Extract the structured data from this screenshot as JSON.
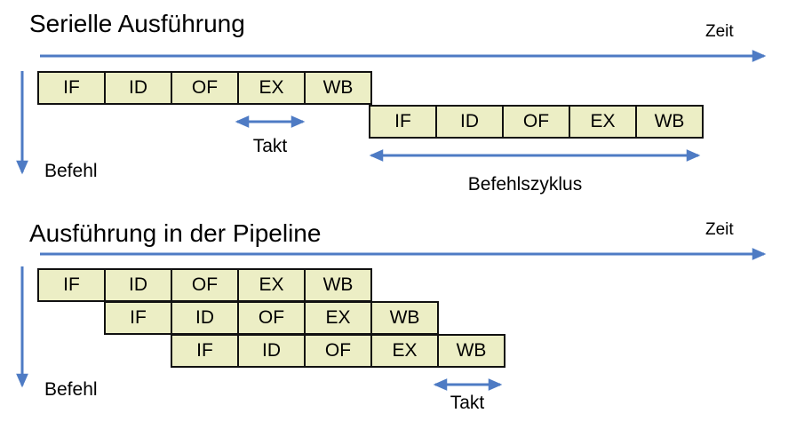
{
  "colors": {
    "arrow_blue": "#4E7BC4",
    "box_fill": "#ECEEC5",
    "box_border": "#111111",
    "text": "#000000",
    "background": "#FFFFFF"
  },
  "serial": {
    "title": "Serielle Ausführung",
    "zeit_label": "Zeit",
    "befehl_label": "Befehl",
    "takt_label": "Takt",
    "befehlszyklus_label": "Befehlszyklus",
    "rows": [
      {
        "cells": [
          "IF",
          "ID",
          "OF",
          "EX",
          "WB"
        ]
      },
      {
        "cells": [
          "IF",
          "ID",
          "OF",
          "EX",
          "WB"
        ]
      }
    ]
  },
  "pipeline": {
    "title": "Ausführung in der Pipeline",
    "zeit_label": "Zeit",
    "befehl_label": "Befehl",
    "takt_label": "Takt",
    "rows": [
      {
        "cells": [
          "IF",
          "ID",
          "OF",
          "EX",
          "WB"
        ]
      },
      {
        "cells": [
          "IF",
          "ID",
          "OF",
          "EX",
          "WB"
        ]
      },
      {
        "cells": [
          "IF",
          "ID",
          "OF",
          "EX",
          "WB"
        ]
      }
    ]
  }
}
